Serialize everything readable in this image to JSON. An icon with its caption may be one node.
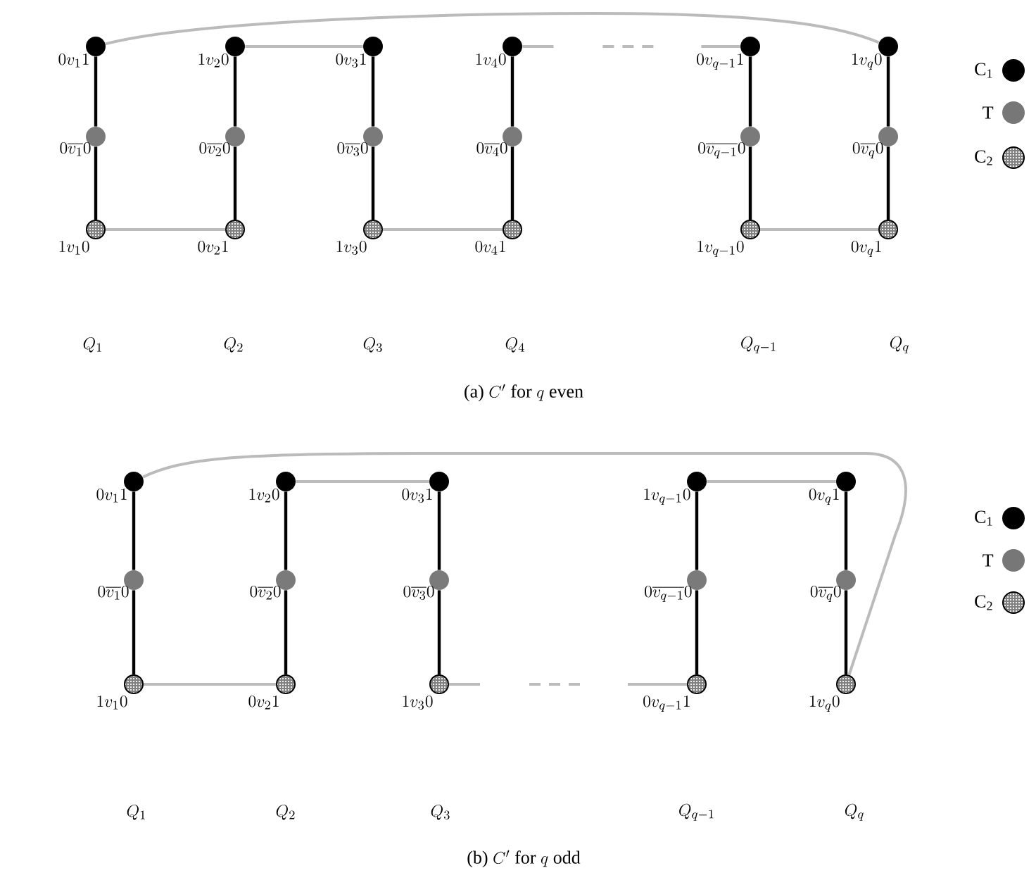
{
  "diagram": {
    "nodes": [
      {
        "text": [],
        "shape": "circle",
        "beside": [
          "0v_{1}1"
        ]
      },
      {
        "text": [],
        "shape": "circle",
        "beside": [
          "0\\overline{v_{1}}0"
        ]
      },
      {
        "text": [],
        "shape": "circle",
        "beside": [
          "1v_{1}0"
        ]
      },
      {
        "text": [],
        "shape": "circle",
        "beside": [
          "1v_{2}0"
        ]
      },
      {
        "text": [],
        "shape": "circle",
        "beside": [
          "0\\overline{v_{2}}0"
        ]
      },
      {
        "text": [],
        "shape": "circle",
        "beside": [
          "0v_{2}1"
        ]
      },
      {
        "text": [],
        "shape": "circle",
        "beside": [
          "0v_{3}1"
        ]
      },
      {
        "text": [],
        "shape": "circle",
        "beside": [
          "0\\overline{v_{3}}0"
        ]
      },
      {
        "text": [],
        "shape": "circle",
        "beside": [
          "1v_{3}0"
        ]
      },
      {
        "text": [],
        "shape": "circle",
        "beside": [
          "1v_{4}0"
        ]
      },
      {
        "text": [],
        "shape": "circle",
        "beside": [
          "0\\overline{v_{4}}0"
        ]
      },
      {
        "text": [],
        "shape": "circle",
        "beside": [
          "0v_{4}1"
        ]
      },
      {
        "text": [],
        "shape": "circle",
        "beside": [
          "0v_{q-1}1"
        ]
      },
      {
        "text": [],
        "shape": "circle",
        "beside": [
          "0\\overline{v_{q-1}}0"
        ]
      },
      {
        "text": [],
        "shape": "circle",
        "beside": [
          "1v_{q-1}0"
        ]
      },
      {
        "text": [],
        "shape": "circle",
        "beside": [
          "1v_{q}0"
        ]
      },
      {
        "text": [],
        "shape": "circle",
        "beside": [
          "0\\overline{v_{q}}0"
        ]
      },
      {
        "text": [],
        "shape": "circle",
        "beside": [
          "0v_{q}1"
        ]
      },
      {
        "text": [],
        "shape": "circle",
        "beside": [
          "0v_{1}1"
        ]
      },
      {
        "text": [],
        "shape": "circle",
        "beside": [
          "0\\overline{v_{1}}0"
        ]
      },
      {
        "text": [],
        "shape": "circle",
        "beside": [
          "1v_{1}0"
        ]
      },
      {
        "text": [],
        "shape": "circle",
        "beside": [
          "1v_{2}0"
        ]
      },
      {
        "text": [],
        "shape": "circle",
        "beside": [
          "0\\overline{v_{2}}0"
        ]
      },
      {
        "text": [],
        "shape": "circle",
        "beside": [
          "0v_{2}1"
        ]
      },
      {
        "text": [],
        "shape": "circle",
        "beside": [
          "0v_{3}1"
        ]
      },
      {
        "text": [],
        "shape": "circle",
        "beside": [
          "0\\overline{v_{3}}0"
        ]
      },
      {
        "text": [],
        "shape": "circle",
        "beside": [
          "1v_{3}0"
        ]
      },
      {
        "text": [],
        "shape": "circle",
        "beside": [
          "1v_{q-1}0"
        ]
      },
      {
        "text": [],
        "shape": "circle",
        "beside": [
          "0\\overline{v_{q-1}}0"
        ]
      },
      {
        "text": [],
        "shape": "circle",
        "beside": [
          "0v_{q-1}1"
        ]
      },
      {
        "text": [],
        "shape": "circle",
        "beside": [
          "0v_{q}1"
        ]
      },
      {
        "text": [],
        "shape": "circle",
        "beside": [
          "0\\overline{v_{q}}0"
        ]
      },
      {
        "text": [],
        "shape": "circle",
        "beside": [
          "1v_{q}0"
        ]
      }
    ],
    "edges": [
      {
        "from": 0,
        "to": 1,
        "arrow": "none"
      },
      {
        "from": 1,
        "to": 2,
        "arrow": "none"
      },
      {
        "from": 3,
        "to": 4,
        "arrow": "none"
      },
      {
        "from": 4,
        "to": 5,
        "arrow": "none"
      },
      {
        "from": 6,
        "to": 7,
        "arrow": "none"
      },
      {
        "from": 7,
        "to": 8,
        "arrow": "none"
      },
      {
        "from": 9,
        "to": 10,
        "arrow": "none"
      },
      {
        "from": 10,
        "to": 11,
        "arrow": "none"
      },
      {
        "from": 12,
        "to": 13,
        "arrow": "none"
      },
      {
        "from": 13,
        "to": 14,
        "arrow": "none"
      },
      {
        "from": 15,
        "to": 16,
        "arrow": "none"
      },
      {
        "from": 16,
        "to": 17,
        "arrow": "none"
      },
      {
        "from": 0,
        "to": 15,
        "arrow": "none",
        "color": "#bbbbbb"
      },
      {
        "from": 3,
        "to": 6,
        "arrow": "none",
        "color": "#bbbbbb"
      },
      {
        "from": 9,
        "to": 12,
        "arrow": "none",
        "style": "dashed",
        "color": "#bbbbbb"
      },
      {
        "from": 2,
        "to": 5,
        "arrow": "none",
        "color": "#bbbbbb"
      },
      {
        "from": 8,
        "to": 11,
        "arrow": "none",
        "color": "#bbbbbb"
      },
      {
        "from": 14,
        "to": 17,
        "arrow": "none",
        "color": "#bbbbbb"
      },
      {
        "from": 18,
        "to": 19,
        "arrow": "none"
      },
      {
        "from": 19,
        "to": 20,
        "arrow": "none"
      },
      {
        "from": 21,
        "to": 22,
        "arrow": "none"
      },
      {
        "from": 22,
        "to": 23,
        "arrow": "none"
      },
      {
        "from": 24,
        "to": 25,
        "arrow": "none"
      },
      {
        "from": 25,
        "to": 26,
        "arrow": "none"
      },
      {
        "from": 27,
        "to": 28,
        "arrow": "none"
      },
      {
        "from": 28,
        "to": 29,
        "arrow": "none"
      },
      {
        "from": 30,
        "to": 31,
        "arrow": "none"
      },
      {
        "from": 31,
        "to": 32,
        "arrow": "none"
      },
      {
        "from": 18,
        "to": 32,
        "arrow": "none",
        "color": "#bbbbbb"
      },
      {
        "from": 21,
        "to": 24,
        "arrow": "none",
        "color": "#bbbbbb"
      },
      {
        "from": 27,
        "to": 30,
        "arrow": "none",
        "color": "#bbbbbb"
      },
      {
        "from": 20,
        "to": 23,
        "arrow": "none",
        "color": "#bbbbbb"
      },
      {
        "from": 26,
        "to": 29,
        "arrow": "none",
        "style": "dashed",
        "color": "#bbbbbb"
      }
    ],
    "labels": [
      "Q_{1}",
      "Q_{2}",
      "Q_{3}",
      "Q_{4}",
      "Q_{q-1}",
      "Q_{q}",
      "\\text{(a) }C'\\text{ for }q\\text{ even}",
      "Q_{1}",
      "Q_{2}",
      "Q_{3}",
      "Q_{q-1}",
      "Q_{q}",
      "\\text{(b) }C'\\text{ for }q\\text{ odd}"
    ],
    "legend": [
      {
        "text": "C$_{1}$",
        "color": "#000000"
      },
      {
        "text": "T",
        "color": "#777777"
      },
      {
        "text": "C$_{2}$"
      },
      {
        "text": "C$_{1}$",
        "color": "#000000"
      },
      {
        "text": "T",
        "color": "#777777"
      },
      {
        "text": "C$_{2}$"
      }
    ]
  }
}
